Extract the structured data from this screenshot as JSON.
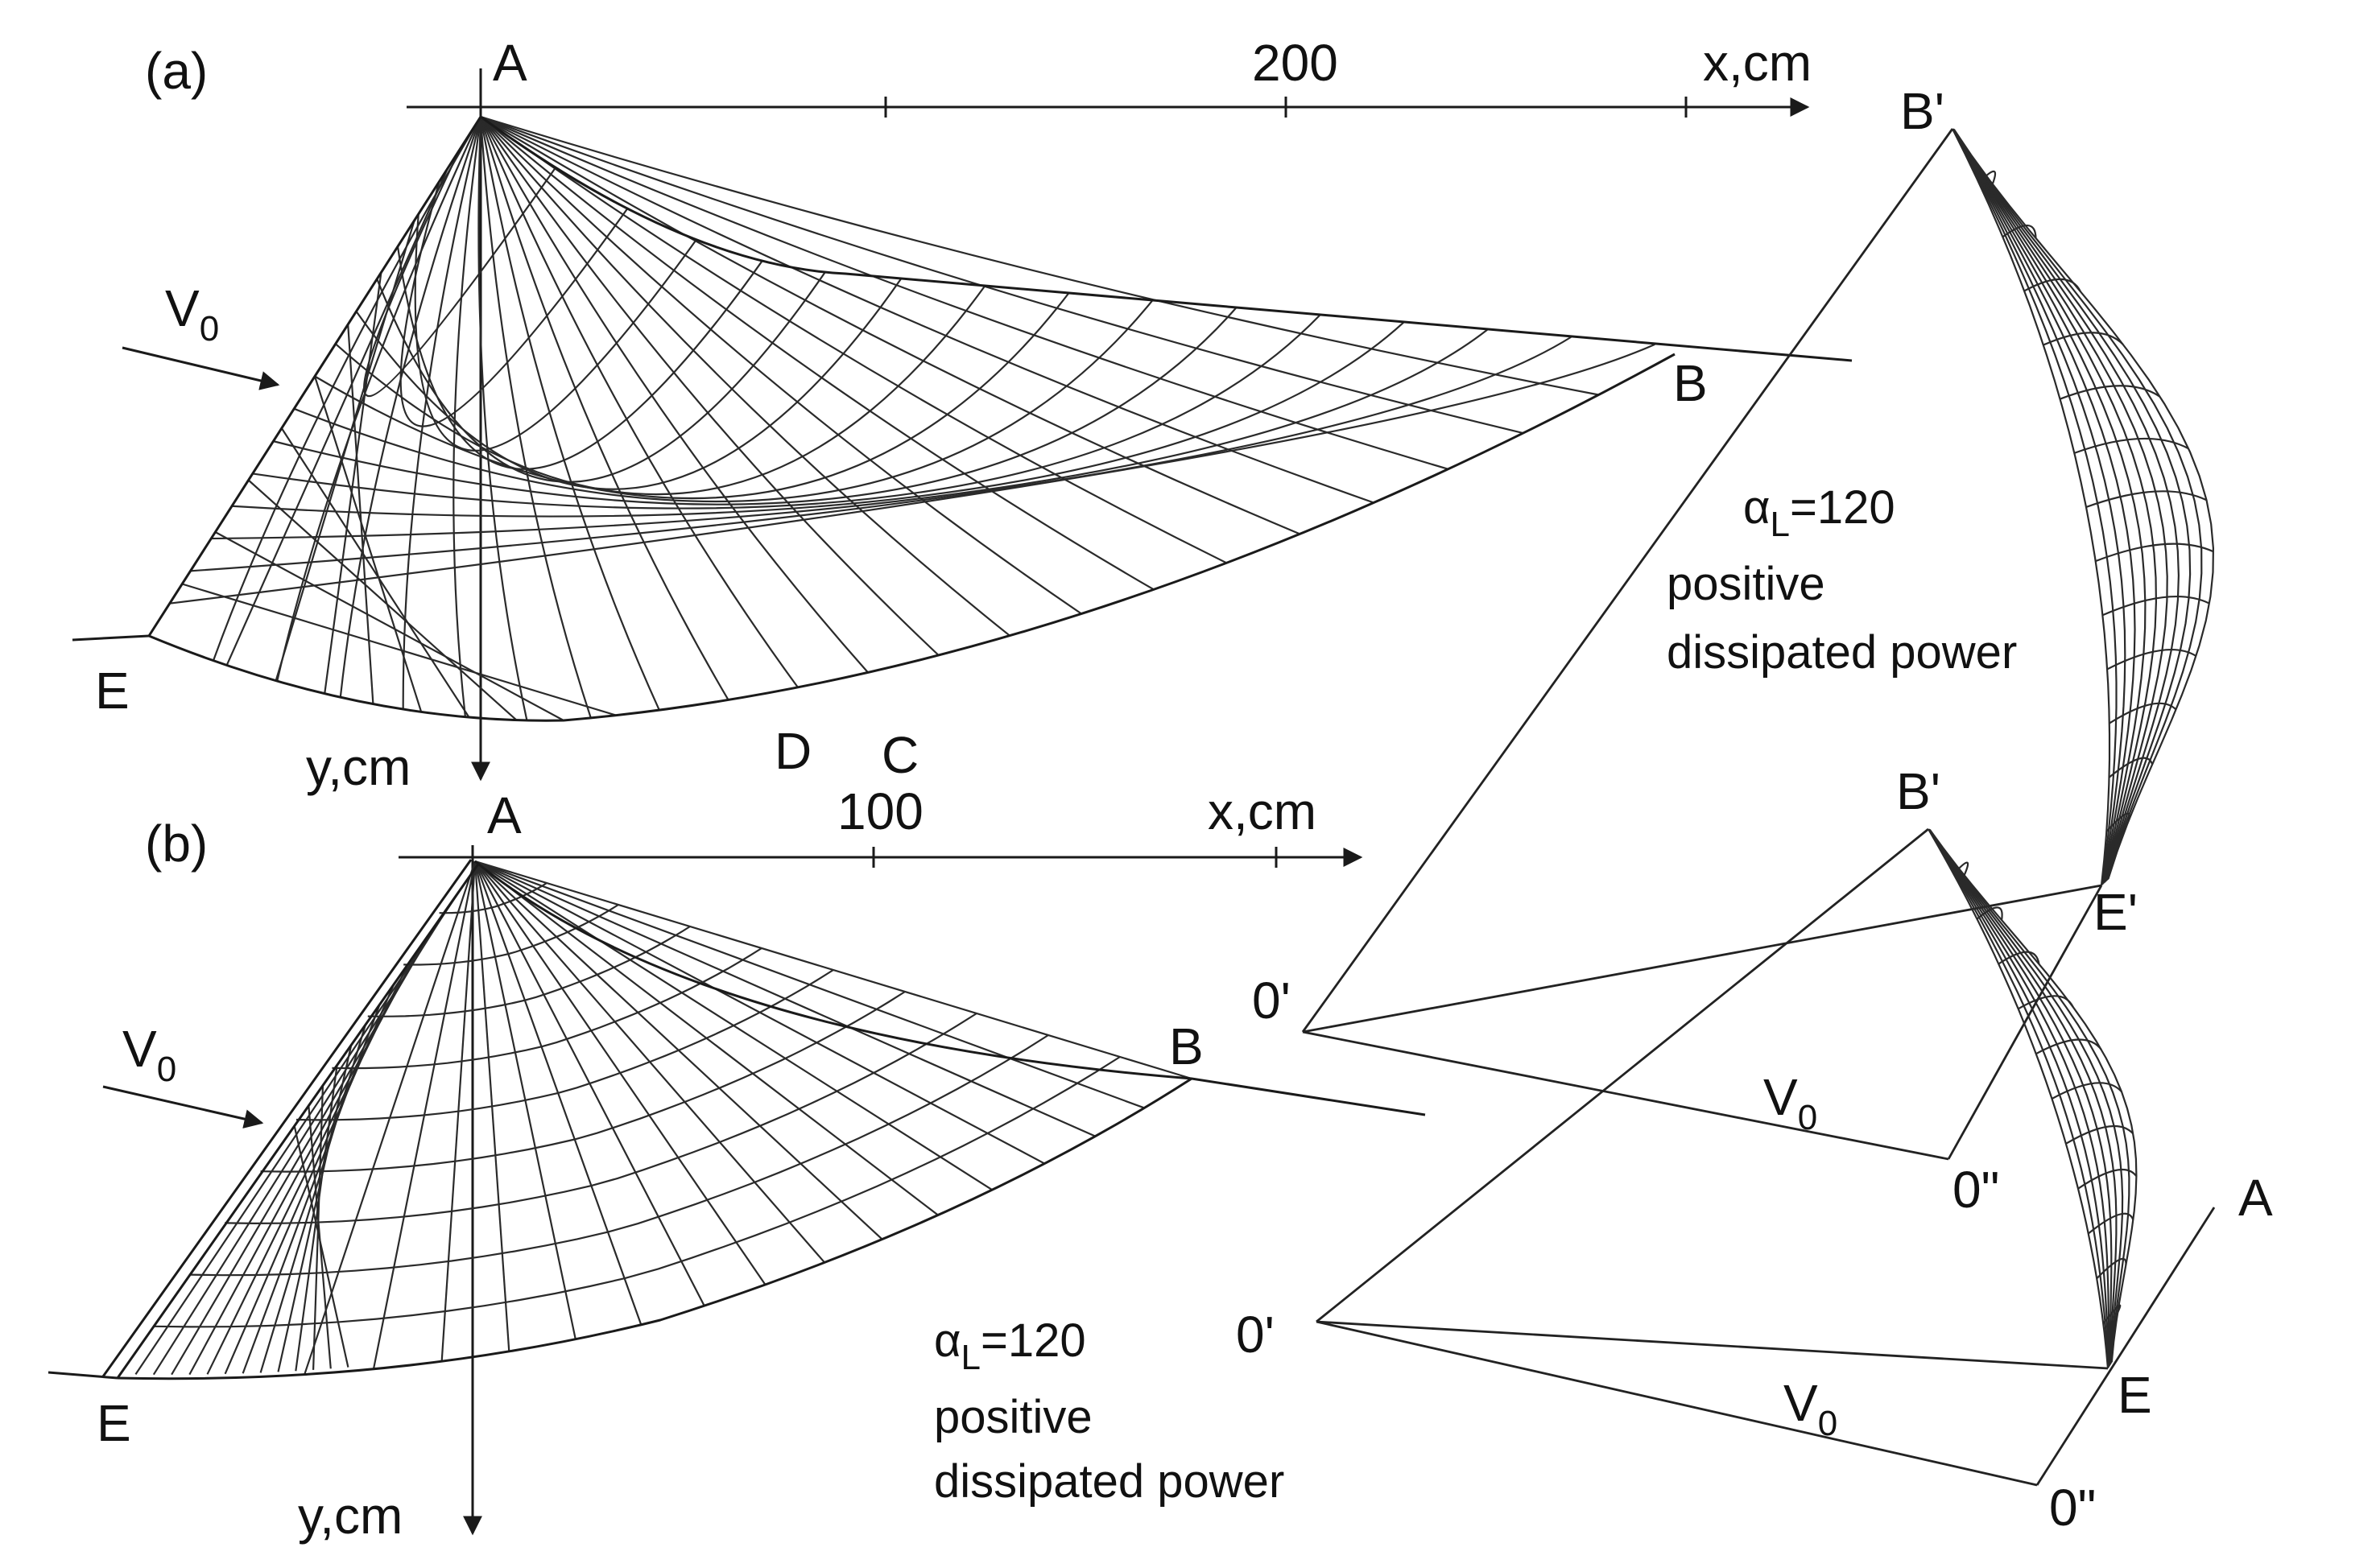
{
  "panel_a": {
    "tag": "(a)",
    "point_A": "A",
    "tick_label": "200",
    "x_axis_label": "x,cm",
    "y_axis_label": "y,cm",
    "point_B": "B",
    "point_C": "C",
    "point_D": "D",
    "point_E": "E",
    "velocity": "V",
    "velocity_sub": "0"
  },
  "panel_b": {
    "tag": "(b)",
    "point_A": "A",
    "tick_label": "100",
    "x_axis_label": "x,cm",
    "y_axis_label": "y,cm",
    "point_B": "B",
    "point_E": "E",
    "velocity": "V",
    "velocity_sub": "0",
    "alpha": "α",
    "alpha_sub": "L",
    "alpha_value": "=120",
    "note_line1": "positive",
    "note_line2": "dissipated power"
  },
  "hodograph_a": {
    "point_B": "B'",
    "point_E": "E'",
    "origin": "0'",
    "origin2": "0\"",
    "velocity": "V",
    "velocity_sub": "0",
    "alpha": "α",
    "alpha_sub": "L",
    "alpha_value": "=120",
    "note_line1": "positive",
    "note_line2": "dissipated power"
  },
  "hodograph_b": {
    "point_B": "B'",
    "point_E": "E",
    "point_A": "A",
    "origin": "0'",
    "origin2": "0\"",
    "velocity": "V",
    "velocity_sub": "0"
  },
  "colors": {
    "ink": "#1a1a1a",
    "background": "#ffffff"
  }
}
